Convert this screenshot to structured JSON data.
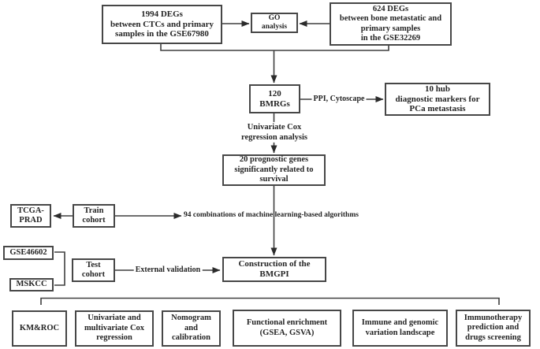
{
  "figure": {
    "background": "#ffffff",
    "line_color": "#3f3f3f",
    "text_color": "#242424"
  },
  "boxes": {
    "degs_ctcs": "1994 DEGs\nbetween CTCs and primary\nsamples in the GSE67980",
    "go_analysis": "GO\nanalysis",
    "degs_bone": "624 DEGs\nbetween bone metastatic and\nprimary samples\nin the GSE32269",
    "bmrgs": "120\nBMRGs",
    "hub_markers": "10 hub\ndiagnostic markers for\nPCa metastasis",
    "prognostic_genes": "20 prognostic genes\nsignificantly related to\nsurvival",
    "tcga_prad": "TCGA-\nPRAD",
    "train_cohort": "Train\ncohort",
    "gse46602": "GSE46602",
    "mskcc": "MSKCC",
    "test_cohort": "Test\ncohort",
    "bmgpi": "Construction of the\nBMGPI",
    "km_roc": "KM&ROC",
    "uni_multi_cox": "Univariate and\nmultivariate Cox\nregression",
    "nomogram": "Nomogram\nand\ncalibration",
    "functional_enrichment": "Functional enrichment\n(GSEA, GSVA)",
    "immune_landscape": "Immune and genomic\nvariation landscape",
    "immunotherapy": "Immunotherapy\nprediction and\ndrugs screening"
  },
  "labels": {
    "ppi_cytoscape": "PPI, Cytoscape",
    "univariate_cox": "Univariate Cox\nregression analysis",
    "ml_combinations": "94 combinations of machine learning-based algorithms",
    "external_validation": "External validation"
  }
}
